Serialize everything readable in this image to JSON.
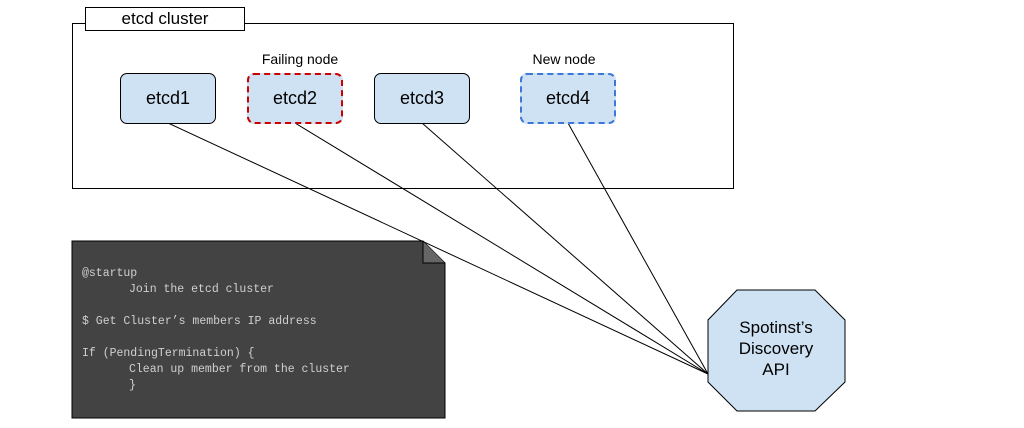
{
  "cluster": {
    "title": "etcd cluster",
    "nodes": [
      {
        "label": "etcd1",
        "caption": ""
      },
      {
        "label": "etcd2",
        "caption": "Failing node"
      },
      {
        "label": "etcd3",
        "caption": ""
      },
      {
        "label": "etcd4",
        "caption": "New node"
      }
    ]
  },
  "code": {
    "lines": [
      "@startup",
      "Join the etcd cluster",
      "",
      "$ Get Cluster’s members IP address",
      "",
      "If (PendingTermination) {",
      "Clean up member from the cluster",
      "}"
    ]
  },
  "api": {
    "line1": "Spotinst’s",
    "line2": "Discovery",
    "line3": "API"
  },
  "colors": {
    "node_fill": "#cfe2f3",
    "failing_border": "#cc0000",
    "new_border": "#3c78d8",
    "code_bg": "#434343",
    "api_fill": "#cfe2f3"
  }
}
